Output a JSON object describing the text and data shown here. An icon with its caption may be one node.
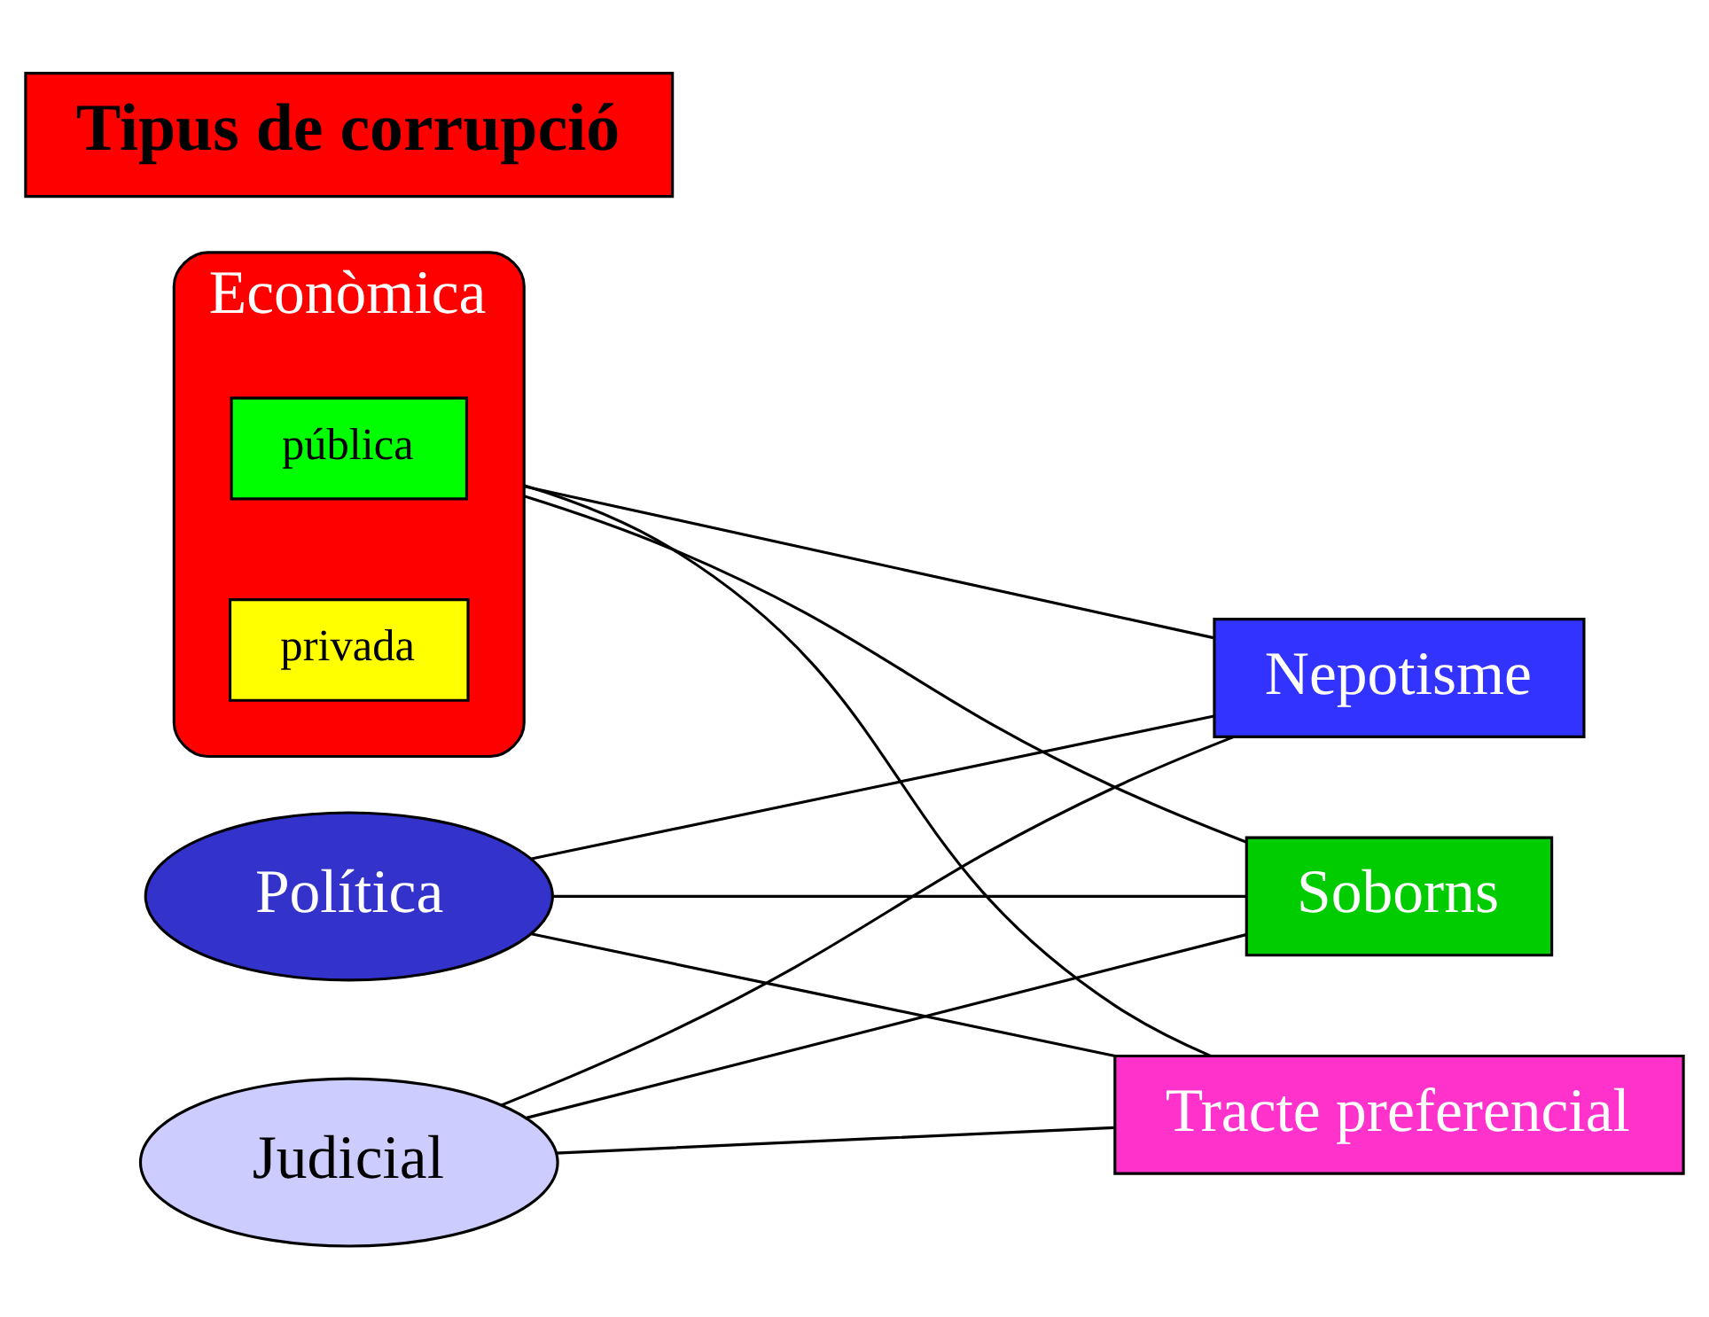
{
  "diagram": {
    "nodes": [
      {
        "text": [
          "Tipus de corrupció"
        ]
      },
      {
        "text": [
          "Judicial"
        ]
      },
      {
        "text": [
          "Nepotisme"
        ]
      },
      {
        "text": [
          "Política"
        ]
      },
      {
        "text": [
          "Tracte preferencial"
        ]
      },
      {
        "text": [
          "Econòmica"
        ]
      },
      {
        "text": [
          "pública"
        ],
        "in": 5
      },
      {
        "text": [
          "privada"
        ],
        "in": 5
      },
      {
        "text": [
          "Soborns"
        ]
      }
    ],
    "edges": [
      {
        "from": 1,
        "to": 2,
        "arrow": "none"
      },
      {
        "from": 1,
        "to": 4,
        "arrow": "none"
      },
      {
        "from": 1,
        "to": 8,
        "arrow": "none"
      },
      {
        "from": 3,
        "to": 2,
        "arrow": "none"
      },
      {
        "from": 3,
        "to": 4,
        "arrow": "none"
      },
      {
        "from": 3,
        "to": 8,
        "arrow": "none"
      },
      {
        "from": 5,
        "to": 2,
        "arrow": "none"
      },
      {
        "from": 5,
        "to": 4,
        "arrow": "none"
      },
      {
        "from": 5,
        "to": 8,
        "arrow": "none"
      }
    ]
  }
}
